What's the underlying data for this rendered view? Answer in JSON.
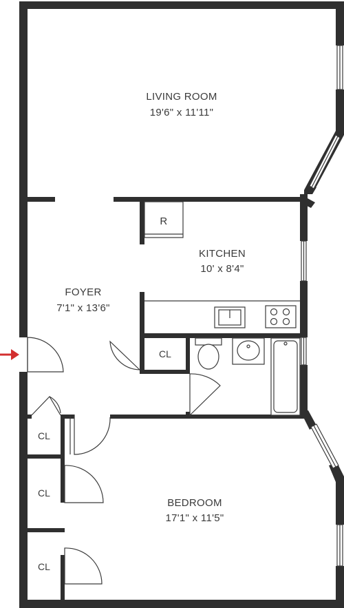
{
  "rooms": {
    "living_room": {
      "name": "LIVING ROOM",
      "dims": "19'6\" x 11'11\""
    },
    "kitchen": {
      "name": "KITCHEN",
      "dims": "10' x 8'4\""
    },
    "foyer": {
      "name": "FOYER",
      "dims": "7'1\" x 13'6\""
    },
    "bedroom": {
      "name": "BEDROOM",
      "dims": "17'1\" x 11'5\""
    }
  },
  "labels": {
    "fridge": "R",
    "closet_hall": "CL",
    "closet_1": "CL",
    "closet_2": "CL",
    "closet_3": "CL"
  },
  "entry_arrow_color": "#d32f2f",
  "wall_color": "#2f2f2f"
}
